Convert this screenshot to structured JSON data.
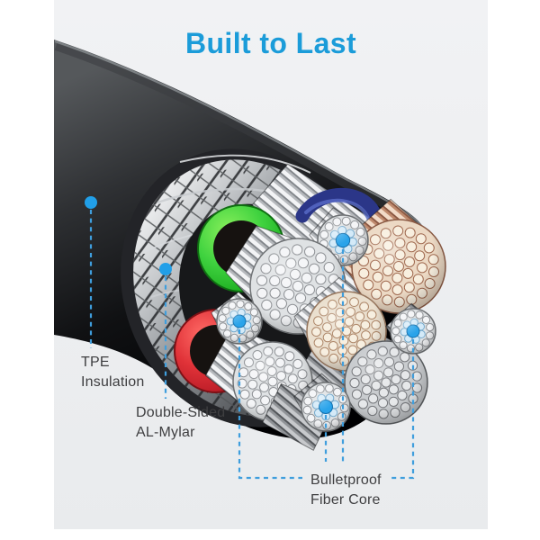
{
  "page": {
    "canvas_background": "#ffffff"
  },
  "title": {
    "text": "Built to Last",
    "color": "#1b9cd9"
  },
  "callouts": {
    "tpe": {
      "line1": "TPE",
      "line2": "Insulation"
    },
    "al_mylar": {
      "line1": "Double-Sided",
      "line2": "AL-Mylar"
    },
    "fiber_core": {
      "line1": "Bulletproof",
      "line2": "Fiber Core"
    }
  },
  "cable": {
    "parts": [
      {
        "name": "tpe-jacket",
        "color": "#0a0b0c"
      },
      {
        "name": "al-mylar-braid",
        "color": "#c6c9cc"
      },
      {
        "name": "green-wire-insulation",
        "color": "#2fc433"
      },
      {
        "name": "red-wire-insulation",
        "color": "#d2232c"
      },
      {
        "name": "navy-wire-insulation",
        "color": "#2b3688"
      },
      {
        "name": "copper-wire-bundle",
        "color": "#c08a6d"
      },
      {
        "name": "silver-wire-bundle",
        "color": "#e8eaec"
      },
      {
        "name": "fiber-core-dot",
        "color": "#29a3ea"
      }
    ]
  },
  "colors": {
    "title_color": "#1b9cd9",
    "callout_line": "#3f9edd",
    "callout_dot": "#219fe8",
    "label_text": "#3e3e40",
    "fiber_core_blue": "#29a3ea",
    "photo_background_top": "#f1f2f4",
    "photo_background_bottom": "#e9ebed"
  }
}
